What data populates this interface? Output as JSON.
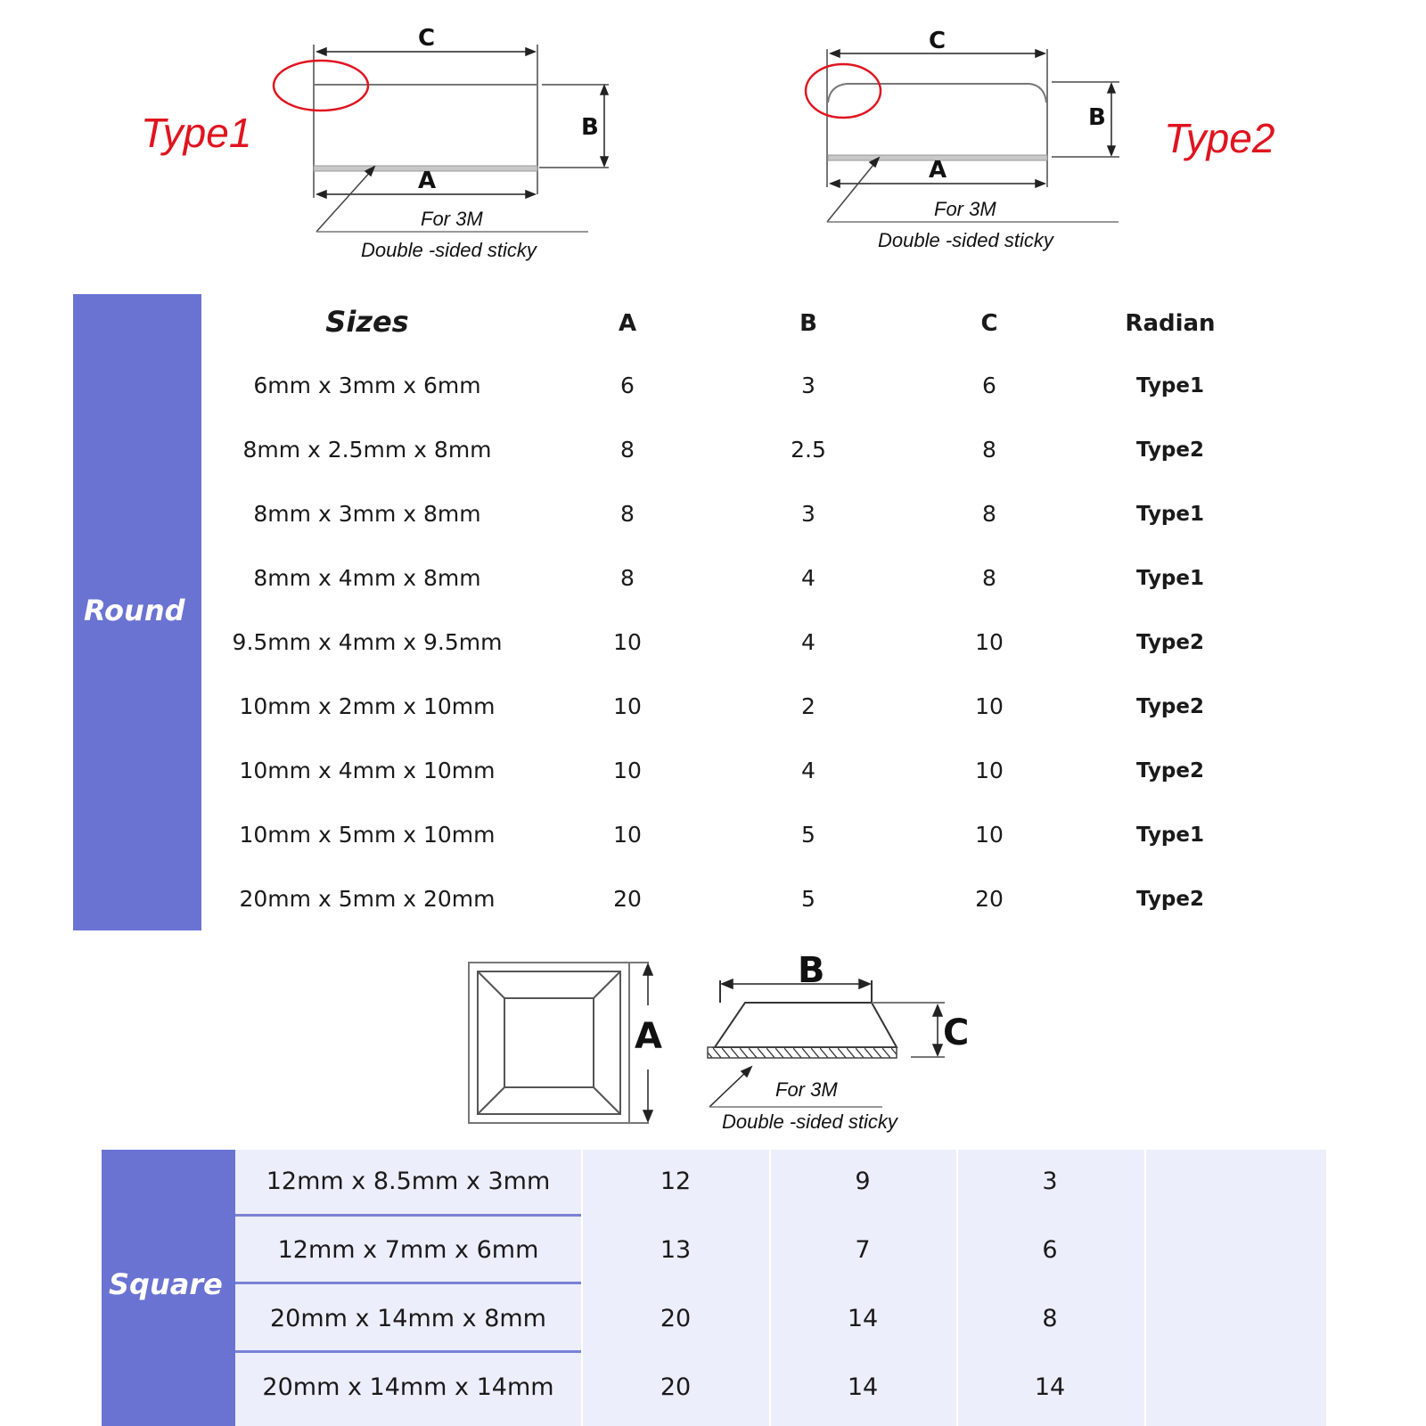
{
  "diagrams": {
    "type1": {
      "title": "Type1",
      "label_c": "C",
      "label_b": "B",
      "label_a": "A",
      "note_line1": "For 3M",
      "note_line2": "Double -sided sticky"
    },
    "type2": {
      "title": "Type2",
      "label_c": "C",
      "label_b": "B",
      "label_a": "A",
      "note_line1": "For 3M",
      "note_line2": "Double -sided sticky"
    },
    "square": {
      "label_a": "A",
      "label_b": "B",
      "label_c": "C",
      "note_line1": "For 3M",
      "note_line2": "Double -sided sticky"
    }
  },
  "round_table": {
    "category": "Round",
    "headers": [
      "Sizes",
      "A",
      "B",
      "C",
      "Radian"
    ],
    "rows": [
      {
        "size": "6mm x 3mm x 6mm",
        "a": "6",
        "b": "3",
        "c": "6",
        "radian": "Type1"
      },
      {
        "size": "8mm x 2.5mm x 8mm",
        "a": "8",
        "b": "2.5",
        "c": "8",
        "radian": "Type2"
      },
      {
        "size": "8mm x 3mm x 8mm",
        "a": "8",
        "b": "3",
        "c": "8",
        "radian": "Type1"
      },
      {
        "size": "8mm x 4mm x 8mm",
        "a": "8",
        "b": "4",
        "c": "8",
        "radian": "Type1"
      },
      {
        "size": "9.5mm x 4mm x 9.5mm",
        "a": "10",
        "b": "4",
        "c": "10",
        "radian": "Type2"
      },
      {
        "size": "10mm x 2mm x 10mm",
        "a": "10",
        "b": "2",
        "c": "10",
        "radian": "Type2"
      },
      {
        "size": "10mm x 4mm x 10mm",
        "a": "10",
        "b": "4",
        "c": "10",
        "radian": "Type2"
      },
      {
        "size": "10mm x 5mm x 10mm",
        "a": "10",
        "b": "5",
        "c": "10",
        "radian": "Type1"
      },
      {
        "size": "20mm x 5mm x 20mm",
        "a": "20",
        "b": "5",
        "c": "20",
        "radian": "Type2"
      }
    ]
  },
  "square_table": {
    "category": "Square",
    "rows": [
      {
        "size": "12mm x 8.5mm x 3mm",
        "a": "12",
        "b": "9",
        "c": "3"
      },
      {
        "size": "12mm x 7mm x 6mm",
        "a": "13",
        "b": "7",
        "c": "6"
      },
      {
        "size": "20mm x 14mm x 8mm",
        "a": "20",
        "b": "14",
        "c": "8"
      },
      {
        "size": "20mm x 14mm x 14mm",
        "a": "20",
        "b": "14",
        "c": "14"
      }
    ]
  },
  "colors": {
    "accent_band": "#6a73d1",
    "type_title": "#e0141f",
    "square_table_bg": "#eceefb"
  }
}
